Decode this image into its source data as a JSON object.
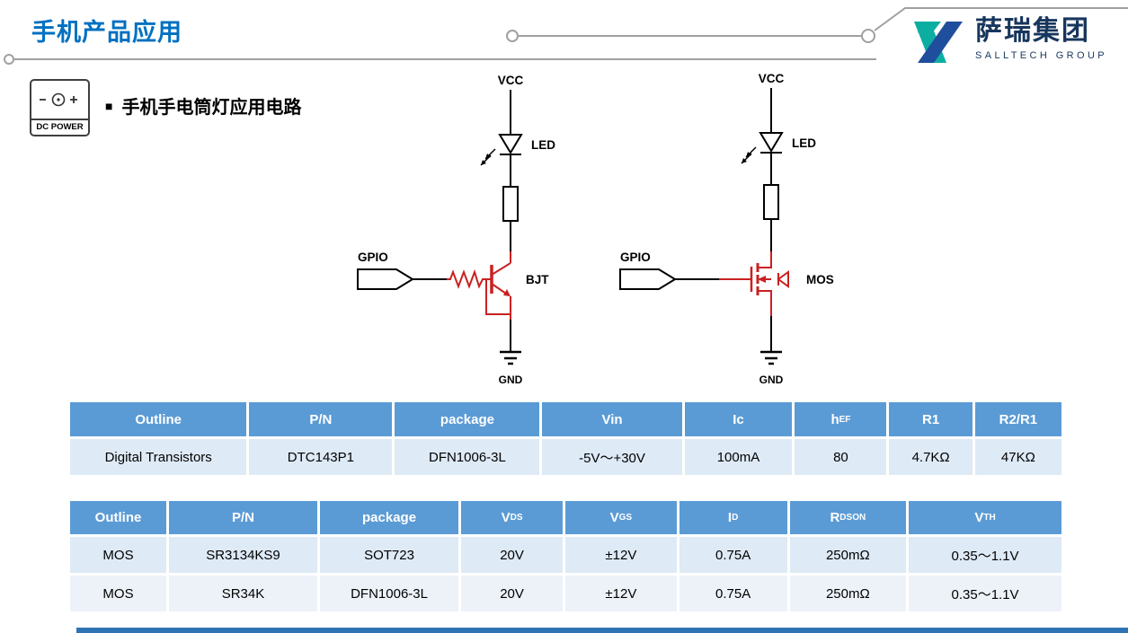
{
  "colors": {
    "title_blue": "#0070C0",
    "table_header_blue": "#5B9BD5",
    "table_row_blue": "#DEEAF6",
    "table_row_alt": "#EDF2F9",
    "circuit_red": "#C92121",
    "logo_teal": "#0DAEA2",
    "logo_navy": "#17365D",
    "bottom_bar_blue": "#2E74B5"
  },
  "header": {
    "title": "手机产品应用",
    "logo_cn": "萨瑞集团",
    "logo_en": "SALLTECH GROUP"
  },
  "dc_power": {
    "label": "DC POWER"
  },
  "section": {
    "bullet": "■",
    "heading": "手机手电筒灯应用电路"
  },
  "circuit_left": {
    "power": "VCC",
    "led": "LED",
    "input": "GPIO",
    "device": "BJT",
    "ground": "GND"
  },
  "circuit_right": {
    "power": "VCC",
    "led": "LED",
    "input": "GPIO",
    "device": "MOS",
    "ground": "GND"
  },
  "tables": [
    {
      "headers": [
        {
          "base": "Outline"
        },
        {
          "base": "P/N"
        },
        {
          "base": "package"
        },
        {
          "base": "Vin"
        },
        {
          "base": "Ic"
        },
        {
          "base": "h",
          "sub": "EF"
        },
        {
          "base": "R1"
        },
        {
          "base": "R2/R1"
        }
      ],
      "rows": [
        [
          "Digital Transistors",
          "DTC143P1",
          "DFN1006-3L",
          "-5V～+30V",
          "100mA",
          "80",
          "4.7KΩ",
          "47KΩ"
        ]
      ]
    },
    {
      "headers": [
        {
          "base": "Outline"
        },
        {
          "base": "P/N"
        },
        {
          "base": "package"
        },
        {
          "base": "V",
          "sub": "DS"
        },
        {
          "base": "V",
          "sub": "GS"
        },
        {
          "base": "I",
          "sub": "D"
        },
        {
          "base": "R",
          "sub": "DSON"
        },
        {
          "base": "V",
          "sub": "TH"
        }
      ],
      "rows": [
        [
          "MOS",
          "SR3134KS9",
          "SOT723",
          "20V",
          "±12V",
          "0.75A",
          "250mΩ",
          "0.35～1.1V"
        ],
        [
          "MOS",
          "SR34K",
          "DFN1006-3L",
          "20V",
          "±12V",
          "0.75A",
          "250mΩ",
          "0.35～1.1V"
        ]
      ]
    }
  ]
}
